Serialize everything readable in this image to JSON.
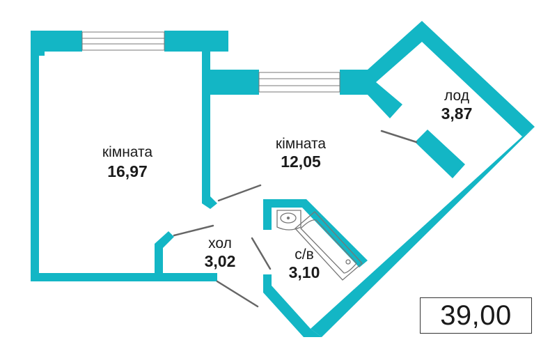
{
  "colors": {
    "wall": "#13b6c5",
    "line": "#666666",
    "text": "#1a1a1a"
  },
  "rooms": [
    {
      "id": "room-1",
      "name": "кімната",
      "area": "16,97"
    },
    {
      "id": "room-2",
      "name": "кімната",
      "area": "12,05"
    },
    {
      "id": "loggia",
      "name": "лод",
      "area": "3,87"
    },
    {
      "id": "hall",
      "name": "хол",
      "area": "3,02"
    },
    {
      "id": "bathroom",
      "name": "с/в",
      "area": "3,10"
    }
  ],
  "total_area": "39,00"
}
